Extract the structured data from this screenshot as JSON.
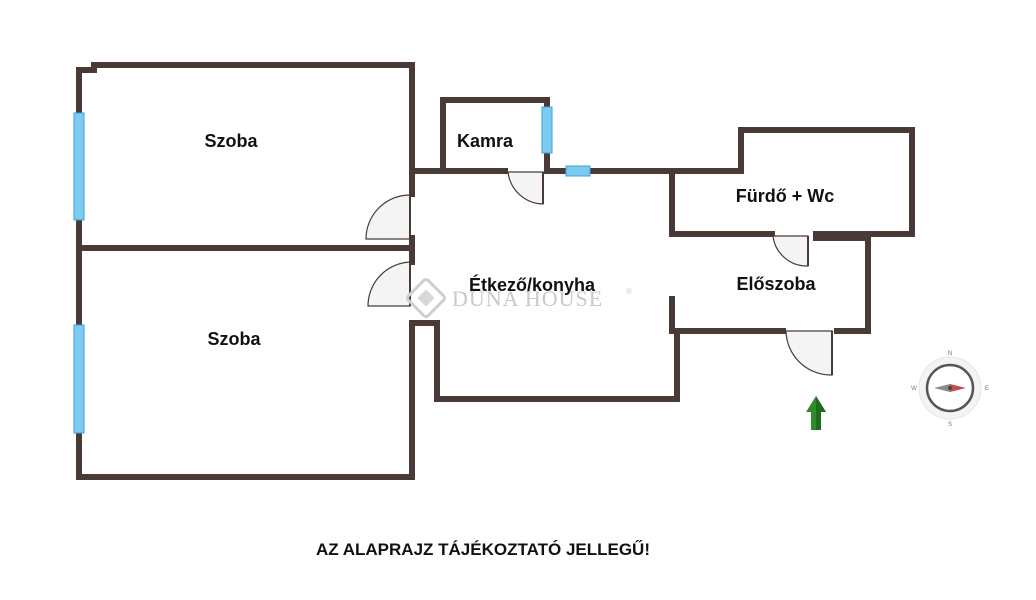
{
  "rooms": {
    "szoba_top": "Szoba",
    "szoba_bottom": "Szoba",
    "kamra": "Kamra",
    "etkezo": "Étkező/konyha",
    "furdo": "Fürdő + Wc",
    "eloszoba": "Előszoba"
  },
  "watermark": {
    "text": "DUNA HOUSE",
    "mark": "®"
  },
  "compass": {
    "n": "N",
    "s": "S",
    "e": "E",
    "w": "W"
  },
  "note": "AZ ALAPRAJZ TÁJÉKOZTATÓ JELLEGŰ!",
  "colors": {
    "wall": "#4a3a35",
    "window": "#7ecbf2",
    "arrow": "#2e8b2e"
  }
}
